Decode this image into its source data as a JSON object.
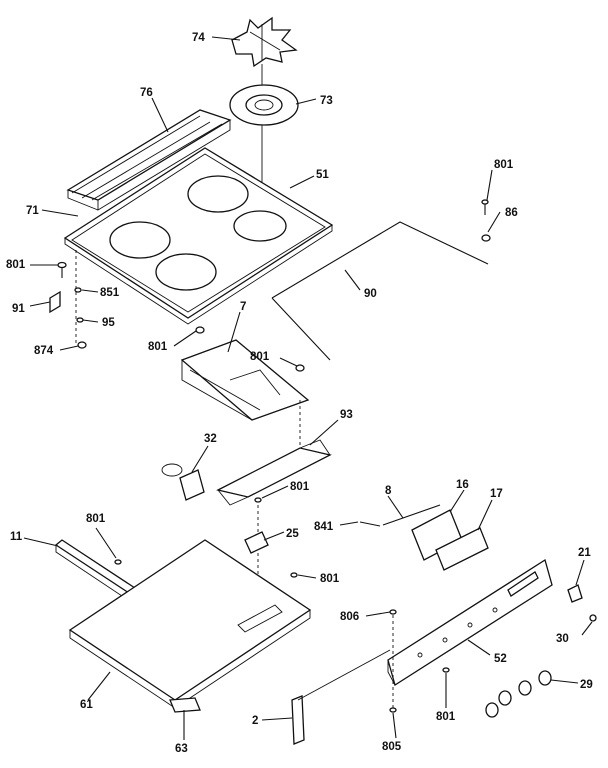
{
  "labels": {
    "p74": "74",
    "p73": "73",
    "p76": "76",
    "p51": "51",
    "p71": "71",
    "p801a": "801",
    "p86": "86",
    "p801b": "801",
    "p90": "90",
    "p851": "851",
    "p91": "91",
    "p95": "95",
    "p874": "874",
    "p7": "7",
    "p801c": "801",
    "p801d": "801",
    "p93": "93",
    "p32": "32",
    "p801e": "801",
    "p8": "8",
    "p16": "16",
    "p17": "17",
    "p11": "11",
    "p801f": "801",
    "p25": "25",
    "p841": "841",
    "p801g": "801",
    "p21": "21",
    "p806": "806",
    "p30": "30",
    "p52": "52",
    "p29": "29",
    "p61": "61",
    "p2": "2",
    "p801h": "801",
    "p63": "63",
    "p805": "805"
  }
}
